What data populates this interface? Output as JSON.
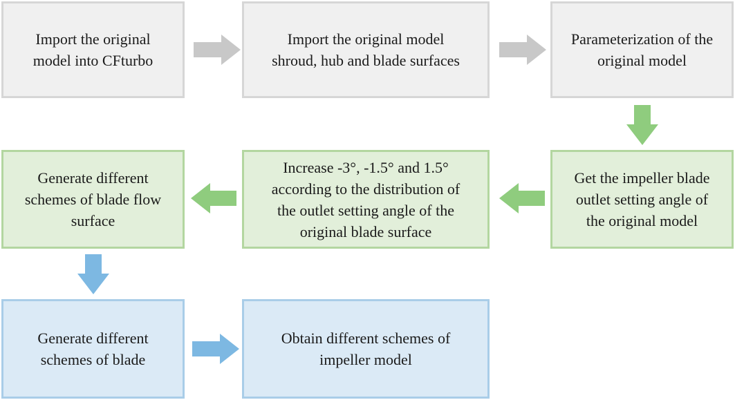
{
  "colors": {
    "gray_fill": "#f0f0f0",
    "gray_border": "#d6d6d6",
    "gray_arrow": "#c8c8c8",
    "green_fill": "#e2efda",
    "green_border": "#b3d6a0",
    "green_arrow": "#8fcc7e",
    "blue_fill": "#dbeaf6",
    "blue_border": "#a9cde8",
    "blue_arrow": "#7db8e2"
  },
  "steps": [
    {
      "text": "Import the original\nmodel into CFturbo"
    },
    {
      "text": "Import the original model\nshroud, hub and blade surfaces"
    },
    {
      "text": "Parameterization of the\noriginal model"
    },
    {
      "text": "Generate different\nschemes of blade flow\nsurface"
    },
    {
      "text": "Increase -3°, -1.5° and 1.5°\naccording to the distribution of\nthe outlet setting angle of the\noriginal blade surface"
    },
    {
      "text": "Get the impeller blade\noutlet setting angle of\nthe original model"
    },
    {
      "text": "Generate different\nschemes of blade"
    },
    {
      "text": "Obtain different schemes of\nimpeller model"
    }
  ]
}
